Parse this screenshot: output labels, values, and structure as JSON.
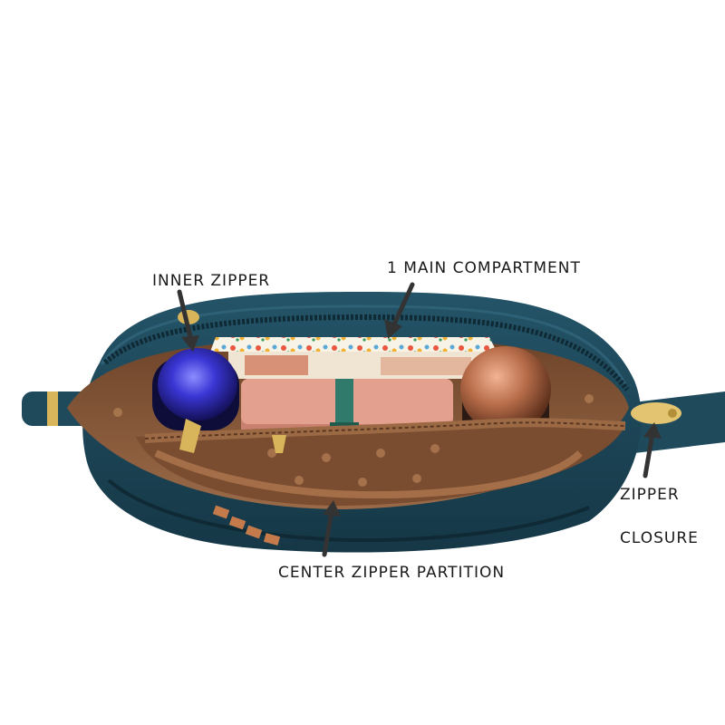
{
  "labels": {
    "inner_zipper": "INNER ZIPPER",
    "main_compartment": "1 MAIN COMPARTMENT",
    "zipper": "ZIPPER",
    "closure": "CLOSURE",
    "center_zipper_partition": "CENTER ZIPPER PARTITION"
  },
  "colors": {
    "bag_leather": "#1f4a5c",
    "bag_leather_dark": "#153746",
    "lining": "#8a5a3a",
    "lining_dark": "#6e4429",
    "zipper_tape": "#9b6a45",
    "hardware_gold": "#d8b45a",
    "blue_bottle": "#3030c8",
    "copper_bottle": "#b86d4a",
    "pink_pouch": "#e4a08e",
    "green_strap": "#2f7a6a",
    "arrow": "#333333",
    "text": "#1a1a1a"
  }
}
